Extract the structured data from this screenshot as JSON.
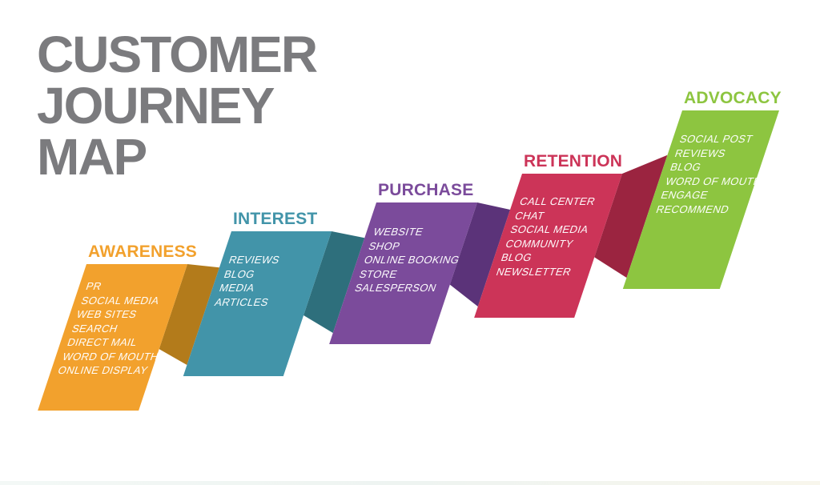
{
  "title": {
    "lines": [
      "CUSTOMER",
      "JOURNEY",
      "MAP"
    ],
    "color": "#7b7b7e"
  },
  "background": "#ffffff",
  "item_text_color": "#ffffff",
  "stages": [
    {
      "id": "awareness",
      "label": "AWARENESS",
      "color": "#F2A12D",
      "fold_color": "#B37B1B",
      "items": [
        "PR",
        "SOCIAL MEDIA",
        "WEB SITES",
        "SEARCH",
        "DIRECT MAIL",
        "WORD OF MOUTH",
        "ONLINE DISPLAY"
      ]
    },
    {
      "id": "interest",
      "label": "INTEREST",
      "color": "#4294A9",
      "fold_color": "#2E6F7C",
      "items": [
        "REVIEWS",
        "BLOG",
        "MEDIA",
        "ARTICLES"
      ]
    },
    {
      "id": "purchase",
      "label": "PURCHASE",
      "color": "#7B4B9B",
      "fold_color": "#5B3379",
      "items": [
        "WEBSITE",
        "SHOP",
        "ONLINE BOOKING",
        "STORE",
        "SALESPERSON"
      ]
    },
    {
      "id": "retention",
      "label": "RETENTION",
      "color": "#CC3458",
      "fold_color": "#9B2440",
      "items": [
        "CALL CENTER",
        "CHAT",
        "SOCIAL MEDIA",
        "COMMUNITY",
        "BLOG",
        "NEWSLETTER"
      ]
    },
    {
      "id": "advocacy",
      "label": "ADVOCACY",
      "color": "#8DC540",
      "fold_color": null,
      "items": [
        "SOCIAL POST",
        "REVIEWS",
        "BLOG",
        "WORD OF MOUTH",
        "ENGAGE",
        "RECOMMEND"
      ]
    }
  ],
  "footer_strip": {
    "colors": [
      "#f3f8f6",
      "#eef4f1",
      "#f8f6ec"
    ]
  }
}
